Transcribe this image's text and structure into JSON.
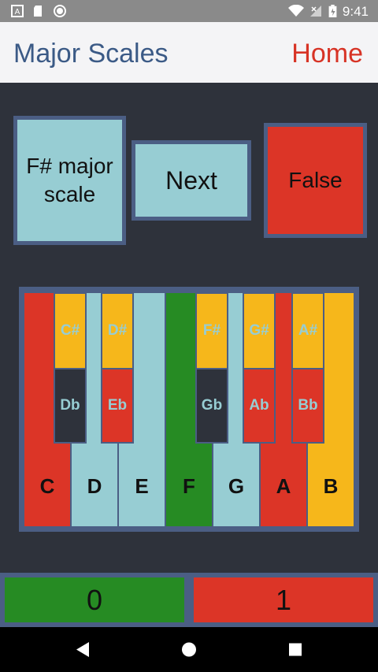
{
  "status_bar": {
    "time": "9:41"
  },
  "app_bar": {
    "title": "Major Scales",
    "home_label": "Home"
  },
  "scale_tile": {
    "label": "F# major scale"
  },
  "next_button": {
    "label": "Next"
  },
  "result_tile": {
    "label": "False"
  },
  "keyboard": {
    "white_keys": [
      {
        "label": "C",
        "color": "#dc3527"
      },
      {
        "label": "D",
        "color": "#97cdd3"
      },
      {
        "label": "E",
        "color": "#97cdd3"
      },
      {
        "label": "F",
        "color": "#268b23"
      },
      {
        "label": "G",
        "color": "#97cdd3"
      },
      {
        "label": "A",
        "color": "#dc3527"
      },
      {
        "label": "B",
        "color": "#f6b71b"
      }
    ],
    "black_keys": [
      {
        "sharp": "C#",
        "flat": "Db",
        "flat_color": "#2e323b"
      },
      {
        "sharp": "D#",
        "flat": "Eb",
        "flat_color": "#dc3527"
      },
      {
        "sharp": "F#",
        "flat": "Gb",
        "flat_color": "#2e323b"
      },
      {
        "sharp": "G#",
        "flat": "Ab",
        "flat_color": "#dc3527"
      },
      {
        "sharp": "A#",
        "flat": "Bb",
        "flat_color": "#dc3527"
      }
    ]
  },
  "score": {
    "correct": "0",
    "wrong": "1"
  },
  "colors": {
    "accent_red": "#dc3527",
    "teal": "#97cdd3",
    "green": "#268b23",
    "yellow": "#f6b71b",
    "frame": "#4b5e84"
  }
}
